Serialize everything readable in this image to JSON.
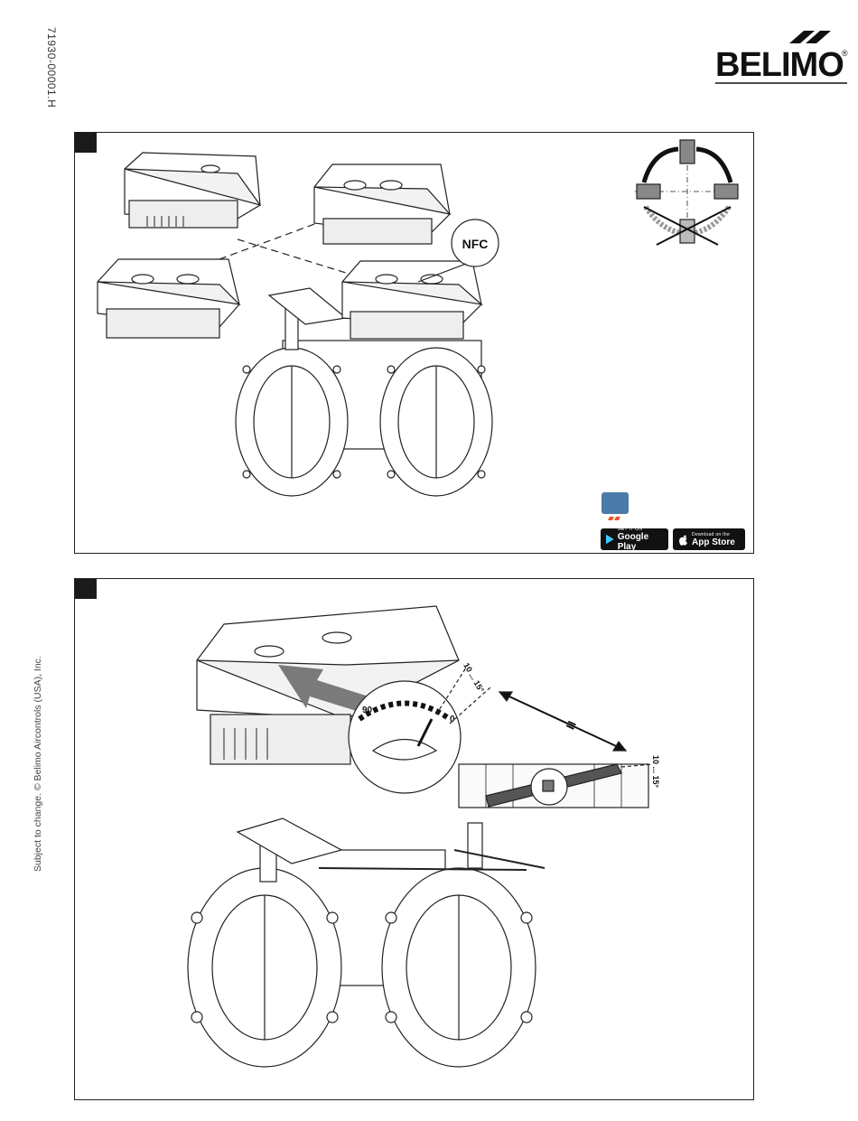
{
  "header": {
    "doc_code": "71930-00001.H",
    "brand": "BELIMO",
    "brand_mark": "®"
  },
  "side_note": "Subject to change. © Belimo Aircontrols (USA), Inc.",
  "panel1": {
    "nfc_label": "NFC",
    "stores": {
      "google_small": "GET IT ON",
      "google_big": "Google Play",
      "apple_small": "Download on the",
      "apple_big": "App Store"
    },
    "icons": {
      "phone": "nfc-phone-app-icon",
      "apple": "apple-icon",
      "play": "google-play-icon"
    }
  },
  "panel2": {
    "angle_top": "10 ... 15°",
    "scale_90": "90",
    "scale_0": "0",
    "equals": "=",
    "angle_right": "10 ... 15°"
  },
  "colors": {
    "ink": "#1a1a1a",
    "arrow_gray": "#7a7a7a",
    "accent": "#e8562a"
  }
}
